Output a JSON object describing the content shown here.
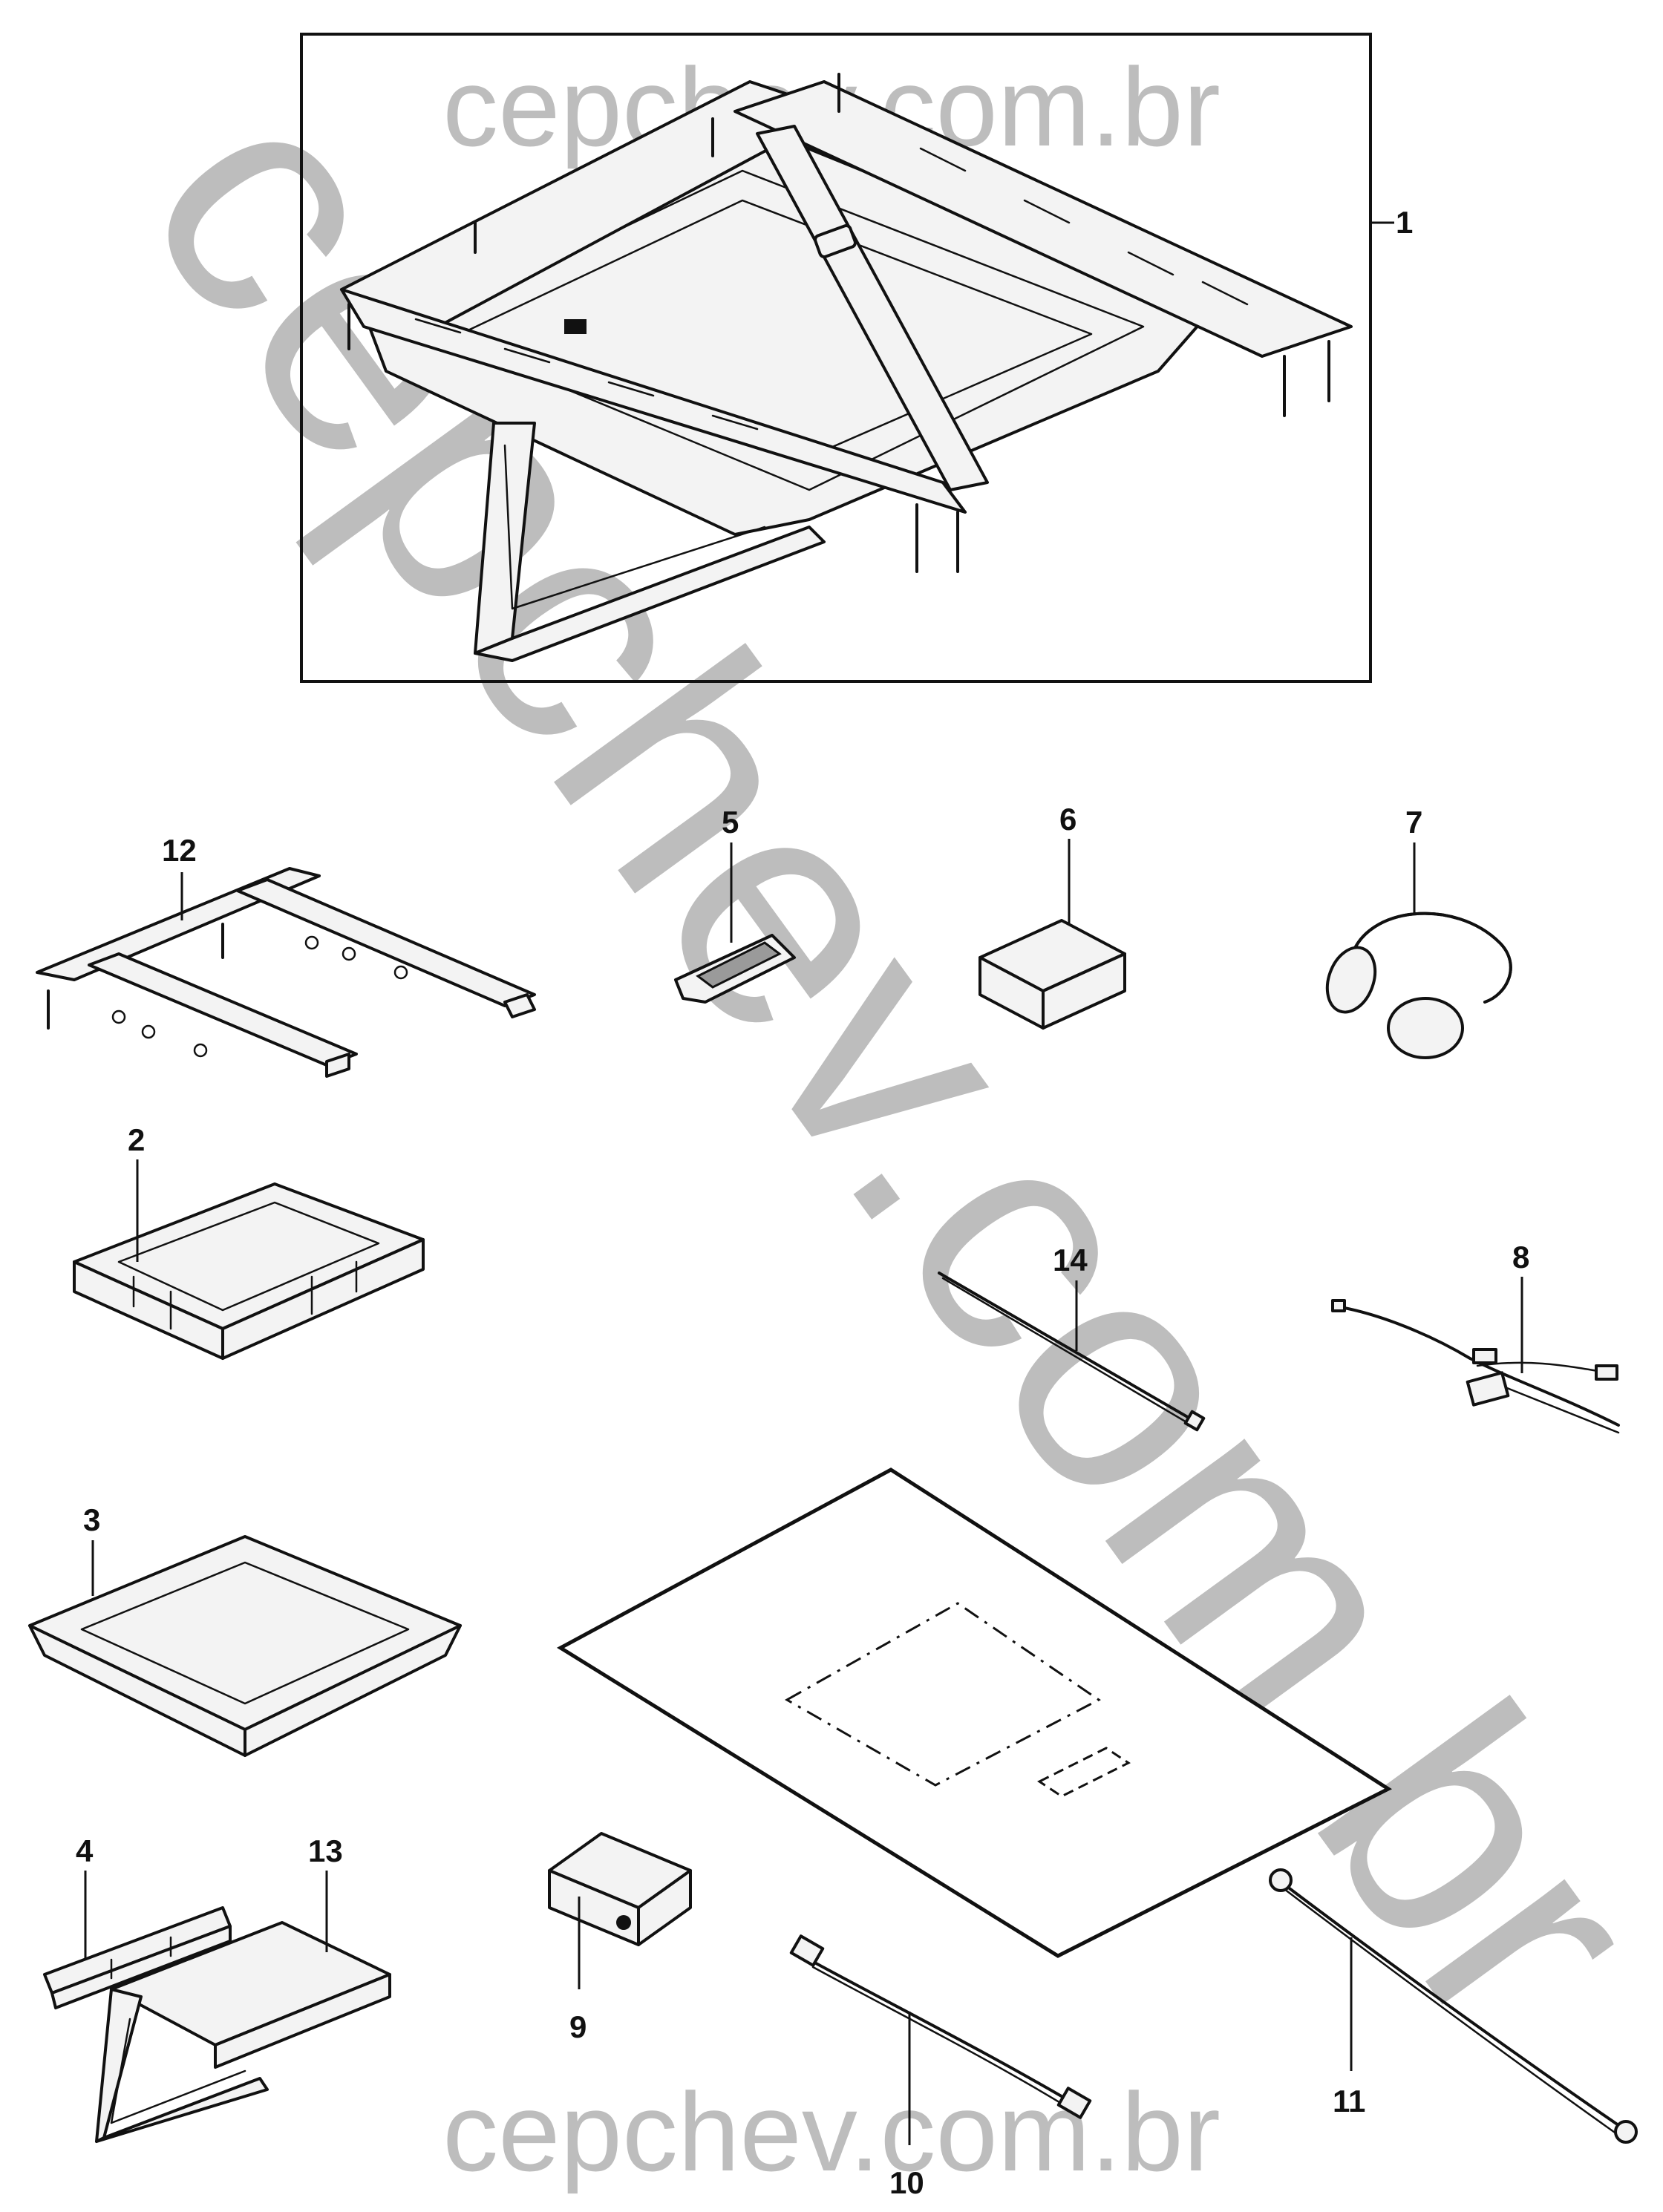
{
  "watermark": {
    "text": "cepchev.com.br",
    "color": "#bdbdbd"
  },
  "callouts": [
    {
      "id": "1",
      "label": "1"
    },
    {
      "id": "2",
      "label": "2"
    },
    {
      "id": "3",
      "label": "3"
    },
    {
      "id": "4",
      "label": "4"
    },
    {
      "id": "5",
      "label": "5"
    },
    {
      "id": "6",
      "label": "6"
    },
    {
      "id": "7",
      "label": "7"
    },
    {
      "id": "8",
      "label": "8"
    },
    {
      "id": "9",
      "label": "9"
    },
    {
      "id": "10",
      "label": "10"
    },
    {
      "id": "11",
      "label": "11"
    },
    {
      "id": "12",
      "label": "12"
    },
    {
      "id": "13",
      "label": "13"
    },
    {
      "id": "14",
      "label": "14"
    }
  ],
  "icons": [
    "roof-console-assembly-icon",
    "mounting-bracket-icon",
    "console-frame-icon",
    "trim-bezel-icon",
    "hinge-trim-icon",
    "remote-control-icon",
    "dvd-player-icon",
    "headphones-icon",
    "wiring-harness-icon",
    "module-box-icon",
    "video-cable-icon",
    "ground-cable-icon",
    "display-screen-icon",
    "cable-tie-icon",
    "headliner-panel-icon"
  ]
}
